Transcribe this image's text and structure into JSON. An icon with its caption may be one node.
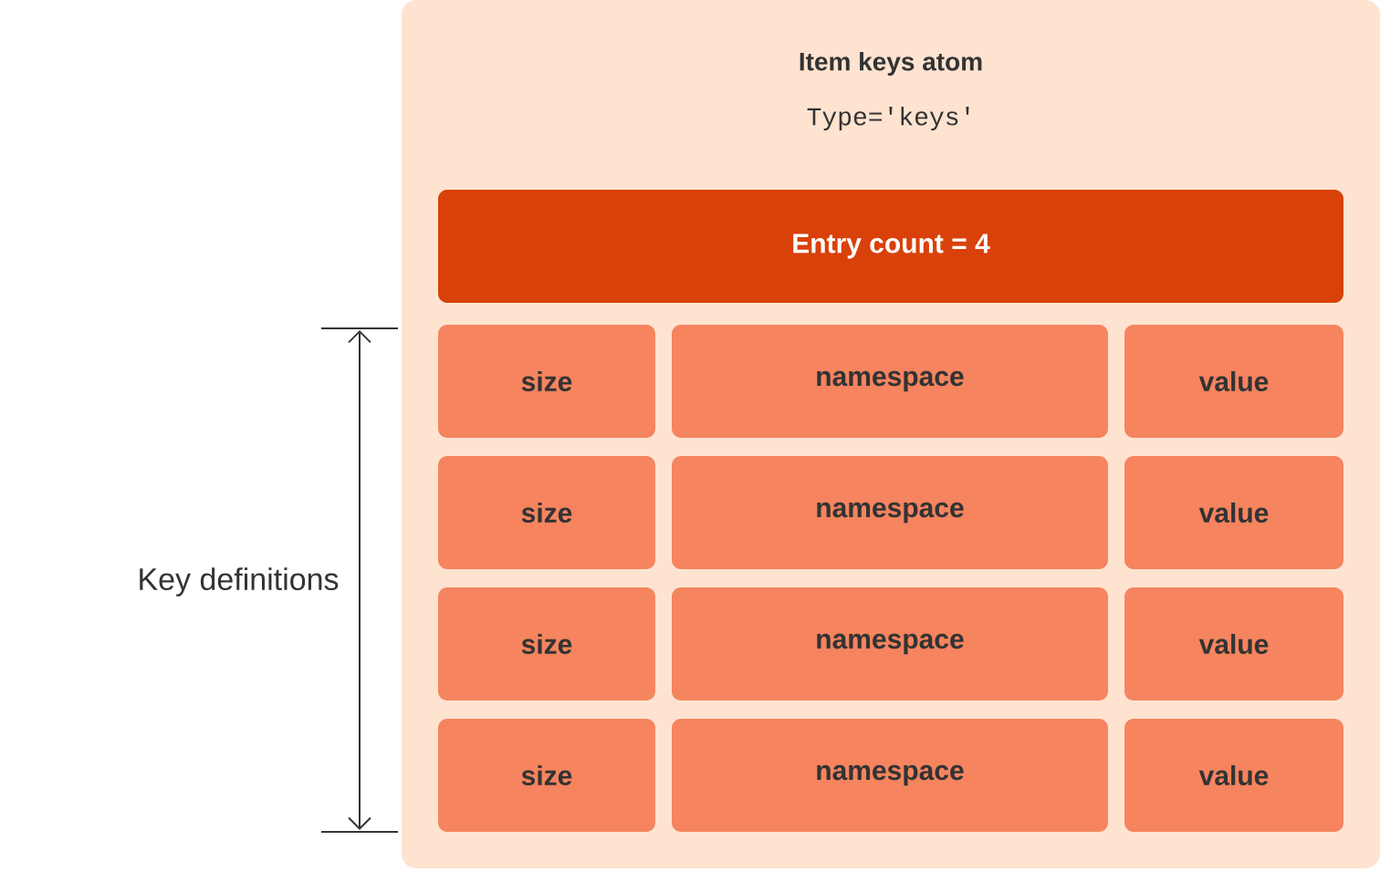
{
  "diagram": {
    "nodes": [
      {
        "text": [
          "Item keys atom",
          "Type='keys'"
        ]
      },
      {
        "text": [
          "Entry count = 4"
        ],
        "in": 0
      },
      {
        "text": [
          "size"
        ],
        "in": 0
      },
      {
        "text": [
          "namespace"
        ],
        "in": 0
      },
      {
        "text": [
          "value"
        ],
        "in": 0
      },
      {
        "text": [
          "size"
        ],
        "in": 0
      },
      {
        "text": [
          "namespace"
        ],
        "in": 0
      },
      {
        "text": [
          "value"
        ],
        "in": 0
      },
      {
        "text": [
          "size"
        ],
        "in": 0
      },
      {
        "text": [
          "namespace"
        ],
        "in": 0
      },
      {
        "text": [
          "value"
        ],
        "in": 0
      },
      {
        "text": [
          "size"
        ],
        "in": 0
      },
      {
        "text": [
          "namespace"
        ],
        "in": 0
      },
      {
        "text": [
          "value"
        ],
        "in": 0
      }
    ],
    "edges": [],
    "labels": [
      "Key definitions"
    ]
  }
}
